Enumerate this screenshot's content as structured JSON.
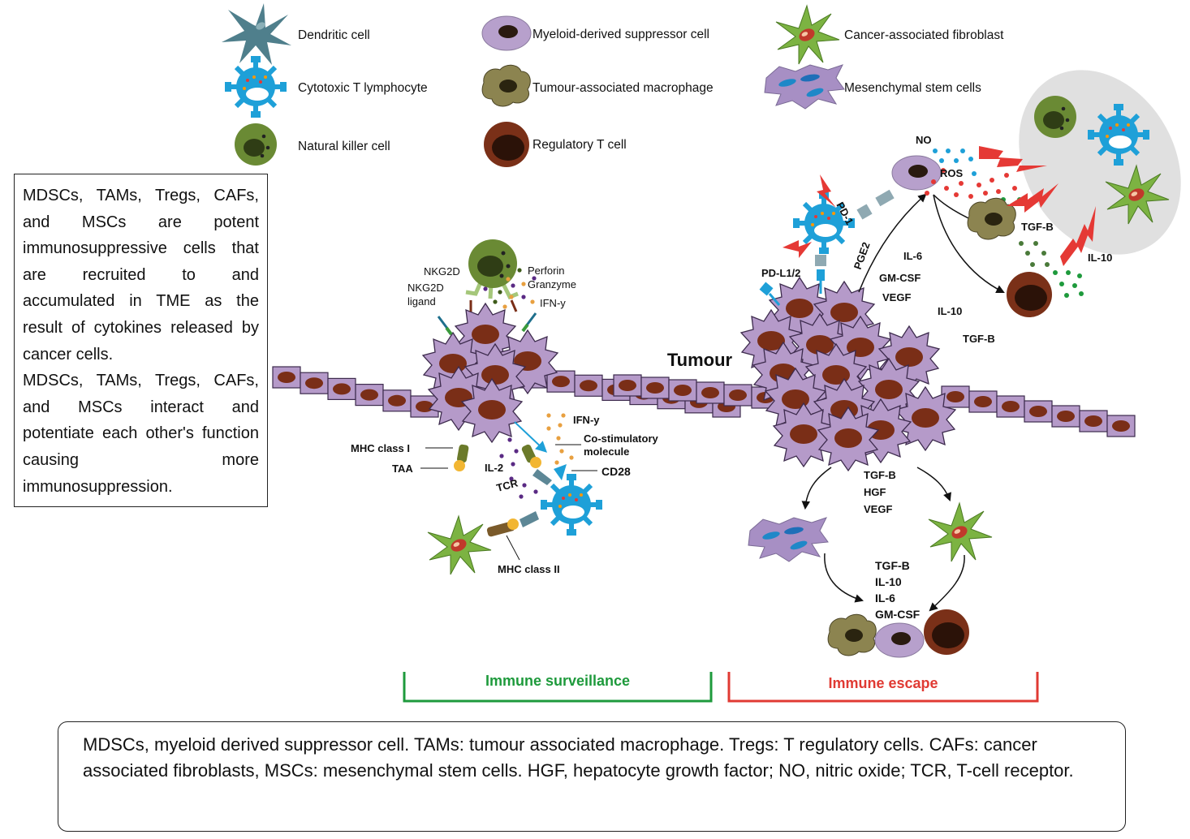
{
  "legend": {
    "dendritic": "Dendritic cell",
    "ctl": "Cytotoxic T lymphocyte",
    "nk": "Natural killer cell",
    "mdsc": "Myeloid-derived suppressor cell",
    "tam": "Tumour-associated macrophage",
    "treg": "Regulatory T cell",
    "caf": "Cancer-associated fibroblast",
    "msc": "Mesenchymal stem cells"
  },
  "side_box": {
    "p1": "MDSCs, TAMs, Tregs, CAFs, and MSCs are potent immunosuppressive cells that are recruited to and accumulated in TME as the result of cytokines released by cancer cells.",
    "p2": "MDSCs, TAMs, Tregs, CAFs, and MSCs interact and potentiate each other's function causing more immunosuppression."
  },
  "tumour_label": "Tumour",
  "surveillance": {
    "nkg2d": "NKG2D",
    "nkg2d_ligand_1": "NKG2D",
    "nkg2d_ligand_2": "ligand",
    "perforin": "Perforin",
    "granzyme": "Granzyme",
    "ifn_nk": "IFN-y",
    "ifn_t": "IFN-y",
    "costim_1": "Co-stimulatory",
    "costim_2": "molecule",
    "cd28": "CD28",
    "mhc1": "MHC class I",
    "taa": "TAA",
    "il2": "IL-2",
    "tcr": "TCR",
    "mhc2": "MHC class II"
  },
  "escape": {
    "no": "NO",
    "ros": "ROS",
    "pd1": "PD-1",
    "pdl": "PD-L1/2",
    "pge2": "PGE2",
    "il6": "IL-6",
    "gmcsf": "GM-CSF",
    "vegf": "VEGF",
    "il10_mid": "IL-10",
    "tgfb_mid": "TGF-B",
    "tgfb_tam": "TGF-B",
    "il10_right": "IL-10",
    "down_tgfb": "TGF-B",
    "down_hgf": "HGF",
    "down_vegf": "VEGF",
    "bot_tgfb": "TGF-B",
    "bot_il10": "IL-10",
    "bot_il6": "IL-6",
    "bot_gmcsf": "GM-CSF"
  },
  "brackets": {
    "surveillance": "Immune surveillance",
    "escape": "Immune escape"
  },
  "footer": "MDSCs, myeloid derived suppressor cell. TAMs: tumour associated macrophage. Tregs: T regulatory cells. CAFs: cancer associated fibroblasts, MSCs: mesenchymal stem cells. HGF, hepatocyte growth factor; NO, nitric oxide; TCR, T-cell receptor.",
  "colors": {
    "tumour_cell": "#b59ac9",
    "nucleus": "#7a2e17",
    "ctl": "#1ea0d8",
    "nk": "#6a8a34",
    "treg": "#7a3018",
    "tam": "#8c8450",
    "mdsc": "#b7a0cc",
    "caf": "#7cb342",
    "dc": "#4f7f8c",
    "surveillance": "#1e9a3c",
    "escape": "#e03a33"
  }
}
